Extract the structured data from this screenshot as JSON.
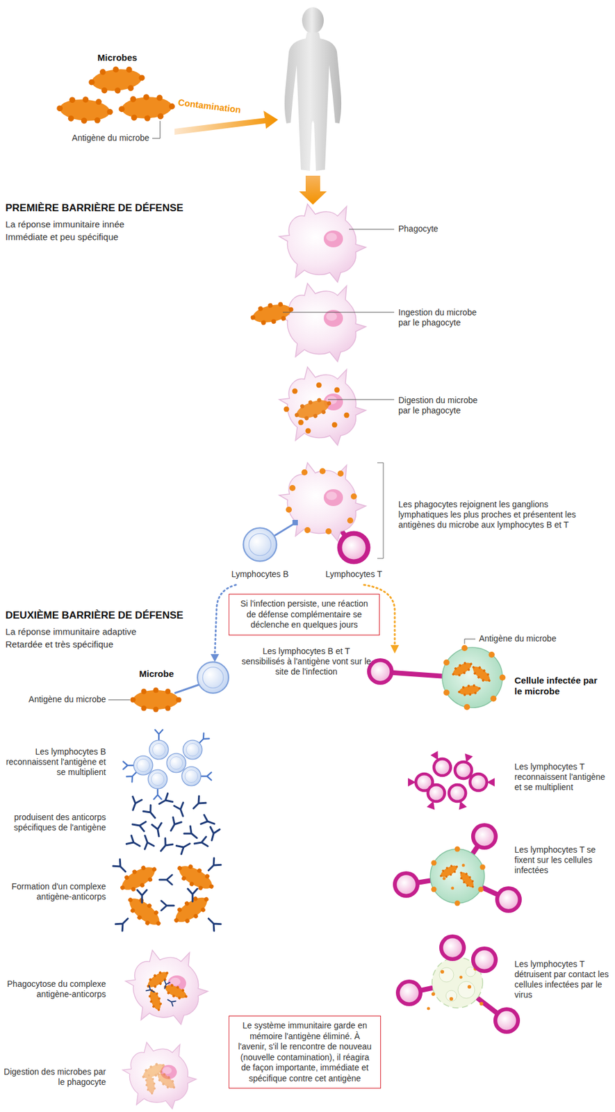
{
  "diagram": {
    "nodes": [
      {
        "text": [
          "Si l'infection persiste, une réaction de défense complémentaire se déclenche en quelques jours"
        ]
      },
      {
        "text": [
          "Le système immunitaire garde en mémoire l'antigène éliminé. À l'avenir, s'il le rencontre de nouveau (nouvelle contamination), il réagira de façon importante, immédiate et spécifique contre cet antigène"
        ]
      }
    ],
    "labels": [
      "Microbes",
      "Antigène du microbe",
      "Contamination",
      "PREMIÈRE BARRIÈRE DE DÉFENSE",
      "La réponse immunitaire innée",
      "Immédiate et peu spécifique",
      "Phagocyte",
      "Ingestion du microbe par le phagocyte",
      "Digestion du microbe par le phagocyte",
      "Les phagocytes rejoignent les ganglions lymphatiques les plus proches et présentent les antigènes du microbe aux lymphocytes B et T",
      "Lymphocytes B",
      "Lymphocytes T",
      "DEUXIÈME BARRIÈRE DE DÉFENSE",
      "La réponse immunitaire adaptive",
      "Retardée et très spécifique",
      "Les lymphocytes B et T sensibilisés à l'antigène vont sur le site de l'infection",
      "Antigène du microbe",
      "Microbe",
      "Cellule infectée par le microbe",
      "Antigène du microbe",
      "Les lymphocytes B reconnaissent l'antigène et se multiplient",
      "Les lymphocytes T reconnaissent l'antigène et se multiplient",
      "produisent des anticorps spécifiques de l'antigène",
      "Les lymphocytes T se fixent sur les cellules infectées",
      "Formation d'un complexe antigène-anticorps",
      "Phagocytose du complexe antigène-anticorps",
      "Les lymphocytes T détruisent par contact les cellules infectées par le virus",
      "Digestion des microbes par le phagocyte"
    ]
  }
}
